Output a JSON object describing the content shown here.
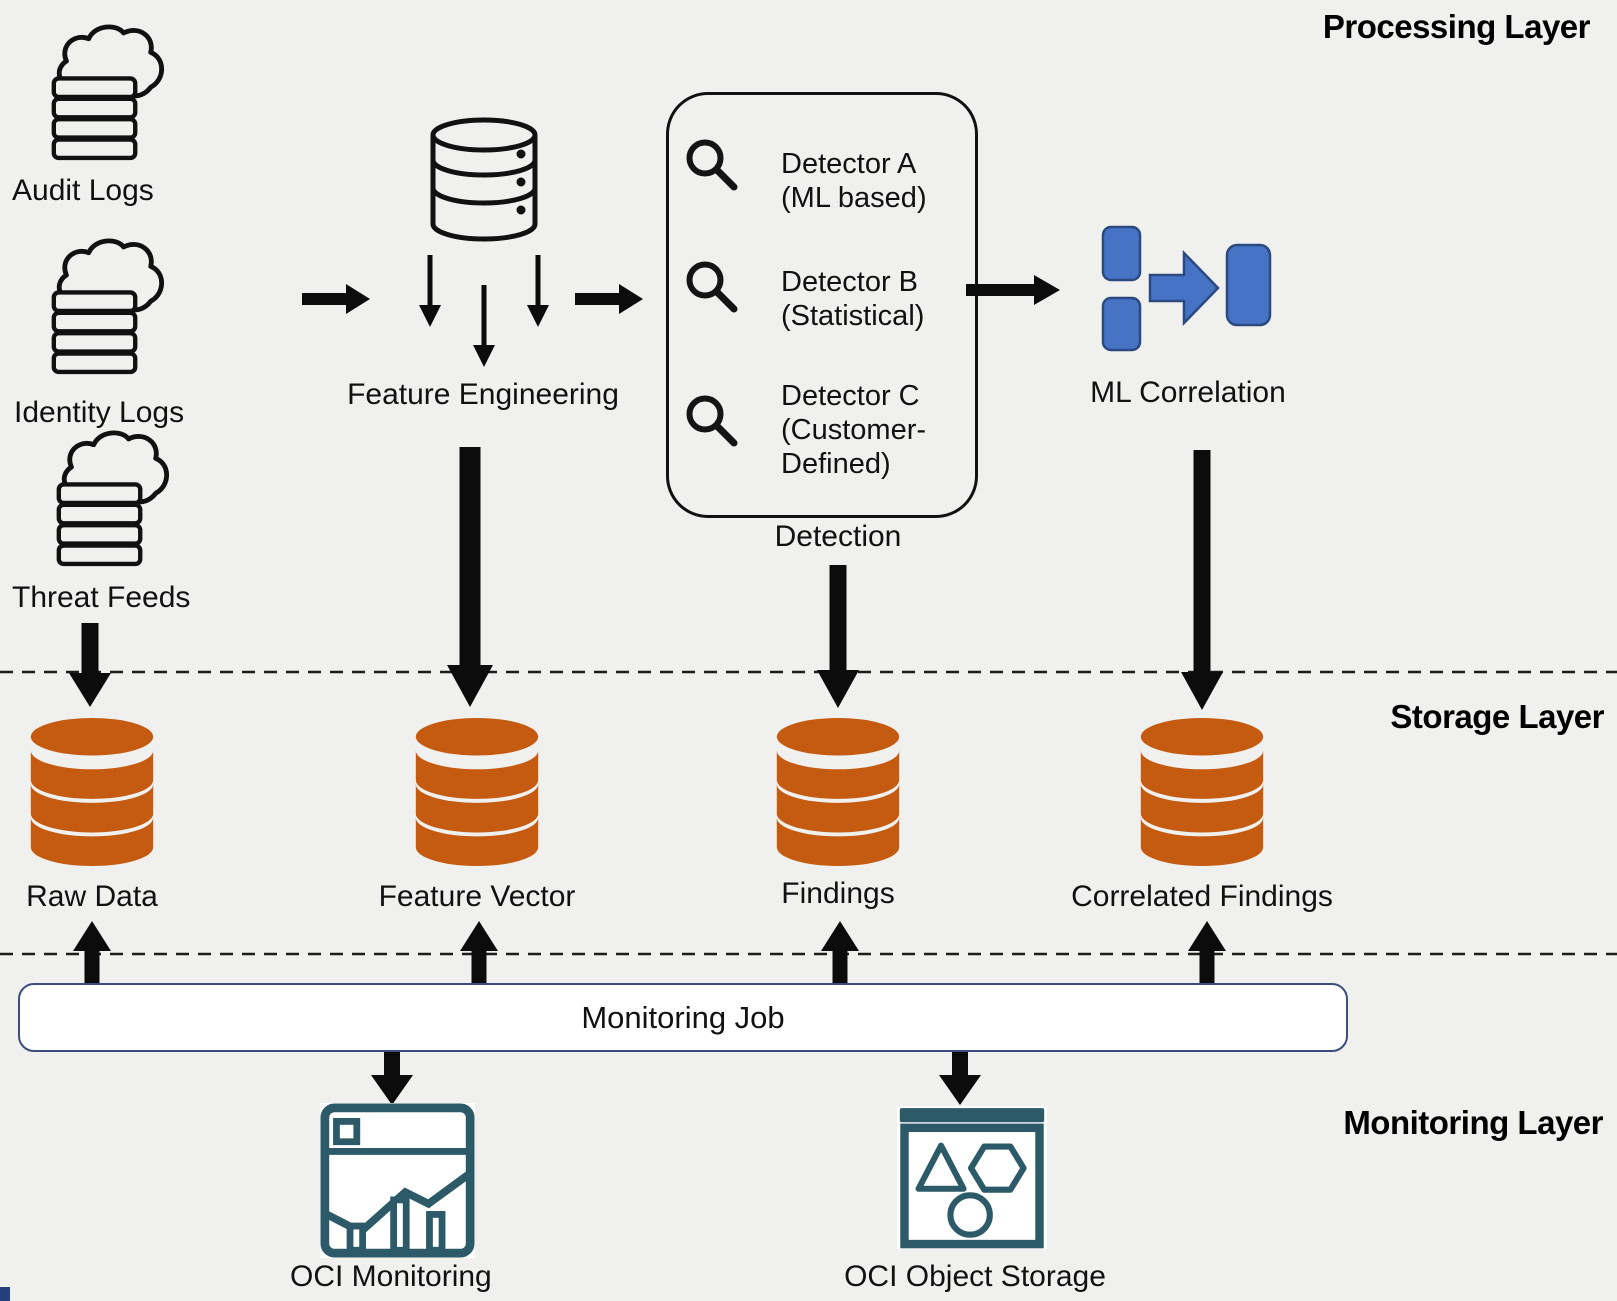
{
  "layers": {
    "processing": "Processing Layer",
    "storage": "Storage Layer",
    "monitoring": "Monitoring Layer"
  },
  "sources": [
    {
      "label": "Audit Logs"
    },
    {
      "label": "Identity Logs"
    },
    {
      "label": "Threat Feeds"
    }
  ],
  "feature_engineering": {
    "label": "Feature Engineering"
  },
  "detection": {
    "label": "Detection",
    "detectors": [
      {
        "name": "Detector A",
        "type": "(ML based)"
      },
      {
        "name": "Detector B",
        "type": "(Statistical)"
      },
      {
        "name": "Detector C",
        "type": "(Customer-Defined)"
      }
    ]
  },
  "ml_correlation": {
    "label": "ML Correlation"
  },
  "storage_items": [
    {
      "label": "Raw Data"
    },
    {
      "label": "Feature Vector"
    },
    {
      "label": "Findings"
    },
    {
      "label": "Correlated Findings"
    }
  ],
  "monitoring_job": {
    "label": "Monitoring Job"
  },
  "monitoring_services": [
    {
      "label": "OCI Monitoring"
    },
    {
      "label": "OCI Object Storage"
    }
  ],
  "icons": {
    "log-source": "cloud over stacked log records",
    "database-outline": "outlined database cylinder with dots",
    "magnifier": "search magnifier",
    "ml-correlation": "blue blocks merging via arrow into one block",
    "oci-monitoring": "window with line chart and bars",
    "oci-object-storage": "window with triangle, hexagon and circle"
  },
  "colors": {
    "background": "#f0f0ee",
    "db_orange": "#c55a11",
    "accent_blue": "#4673c4",
    "accent_blue_border": "#2b4a80",
    "teal": "#2d5a68",
    "bar_border": "#3d4d7c",
    "line_black": "#141414"
  }
}
